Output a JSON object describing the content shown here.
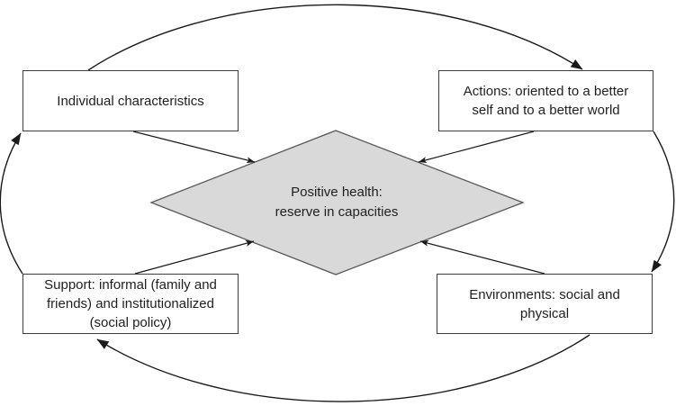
{
  "diagram": {
    "center": {
      "id": "positive-health",
      "label": "Positive health:\nreserve in capacities",
      "shape": "diamond"
    },
    "boxes": [
      {
        "id": "individual",
        "label": "Individual characteristics"
      },
      {
        "id": "actions",
        "label": "Actions: oriented to a better\nself and to a better world"
      },
      {
        "id": "support",
        "label": "Support: informal (family and\nfriends) and institutionalized\n(social policy)"
      },
      {
        "id": "environments",
        "label": "Environments: social and\nphysical"
      }
    ],
    "relations": {
      "arrows_to_center": [
        "individual → positive-health",
        "actions → positive-health",
        "support → positive-health",
        "environments → positive-health"
      ],
      "outer_cycle": [
        "individual → actions",
        "actions → environments",
        "environments → support",
        "support → individual"
      ]
    },
    "colors": {
      "background": "#ffffff",
      "center_fill": "#d9d9d9",
      "center_border": "#595959",
      "box_border": "#3d3d3d",
      "arrow_line": "#1a1a1a",
      "text": "#1f1f1f"
    }
  }
}
